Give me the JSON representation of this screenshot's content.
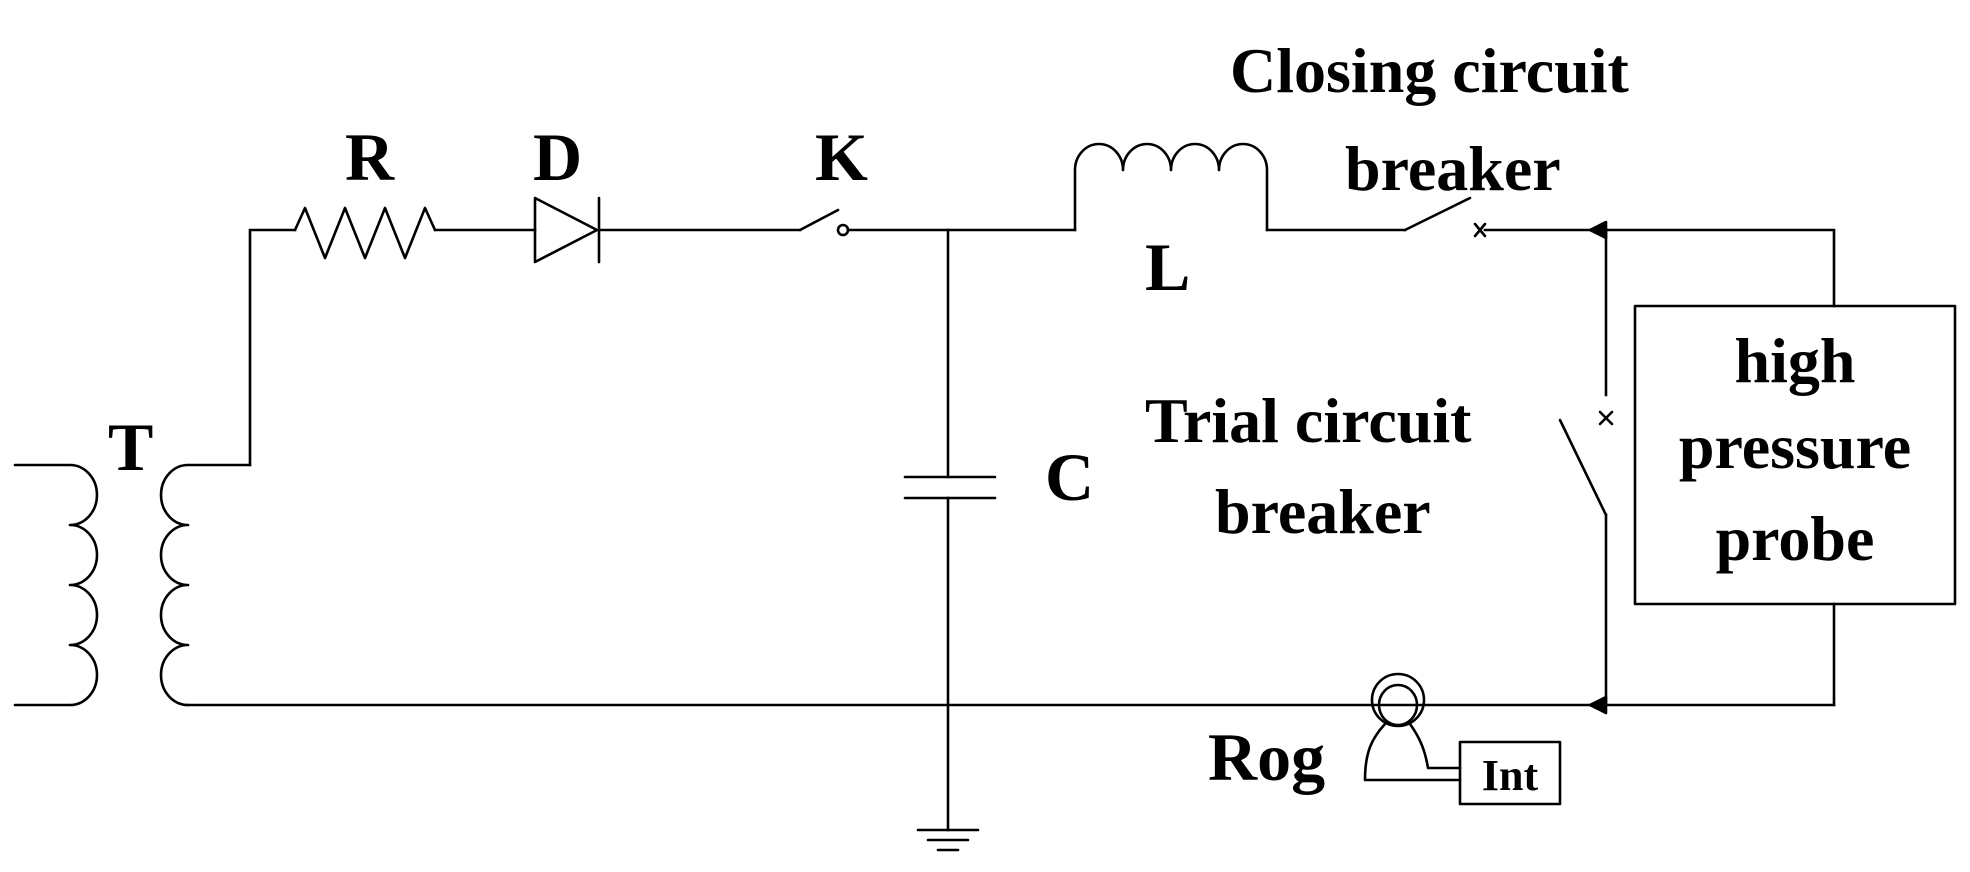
{
  "diagram": {
    "labels": {
      "transformer": "T",
      "resistor": "R",
      "diode": "D",
      "switch": "K",
      "capacitor": "C",
      "inductor": "L",
      "rogowski": "Rog",
      "integrator": "Int"
    },
    "closing_breaker": {
      "line1": "Closing circuit",
      "line2": "breaker"
    },
    "trial_breaker": {
      "line1": "Trial circuit",
      "line2": "breaker"
    },
    "probe": {
      "line1": "high",
      "line2": "pressure",
      "line3": "probe"
    }
  }
}
